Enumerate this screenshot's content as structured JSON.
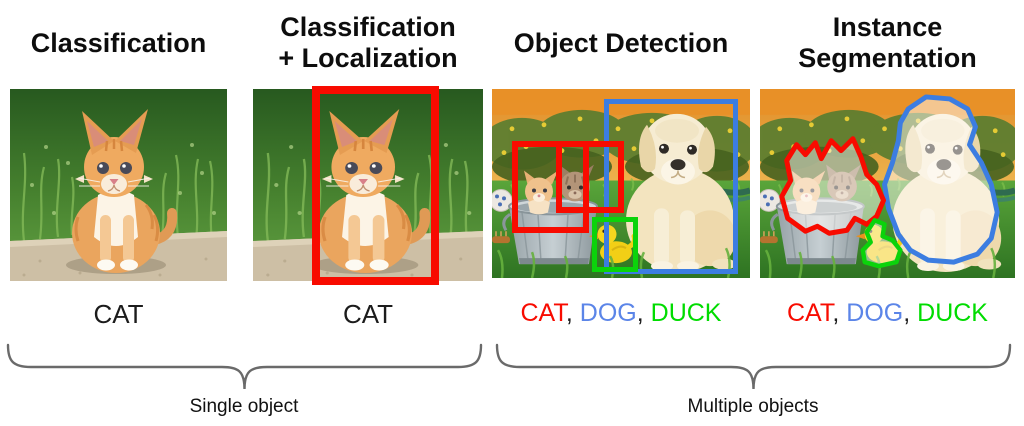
{
  "figure": {
    "panels": [
      {
        "id": "classification",
        "title_lines": [
          "Classification"
        ],
        "label": "CAT"
      },
      {
        "id": "classification-localization",
        "title_lines": [
          "Classification",
          "+ Localization"
        ],
        "label": "CAT"
      },
      {
        "id": "object-detection",
        "title_lines": [
          "Object Detection"
        ],
        "label_parts": [
          {
            "text": "CAT",
            "color": "#f80b00"
          },
          {
            "text": ", ",
            "color": "#1c1c1c"
          },
          {
            "text": "DOG",
            "color": "#5b85e8"
          },
          {
            "text": ", ",
            "color": "#1c1c1c"
          },
          {
            "text": "DUCK",
            "color": "#00dc00"
          }
        ]
      },
      {
        "id": "instance-segmentation",
        "title_lines": [
          "Instance",
          "Segmentation"
        ],
        "label_parts": [
          {
            "text": "CAT",
            "color": "#f80b00"
          },
          {
            "text": ", ",
            "color": "#1c1c1c"
          },
          {
            "text": "DOG",
            "color": "#5b85e8"
          },
          {
            "text": ", ",
            "color": "#1c1c1c"
          },
          {
            "text": "DUCK",
            "color": "#00dc00"
          }
        ]
      }
    ],
    "groups": [
      {
        "caption": "Single object"
      },
      {
        "caption": "Multiple objects"
      }
    ],
    "annotation_colors": {
      "cat": "#f80b00",
      "dog": "#3c7de1",
      "duck": "#0bd30b"
    },
    "brace_color": "#6a6a6a"
  }
}
